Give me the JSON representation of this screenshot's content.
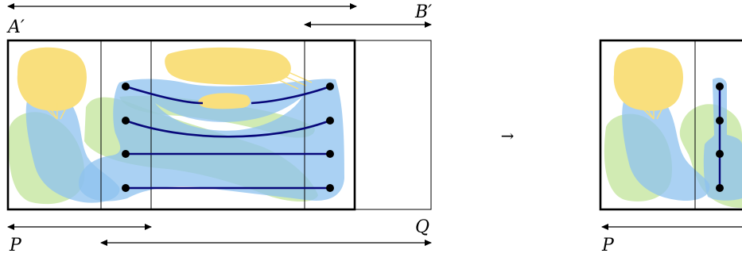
{
  "labels": {
    "a_prime": "A′",
    "b_prime": "B′",
    "p_left": "P",
    "q": "Q",
    "p_right": "P",
    "transition_arrow": "→"
  },
  "colors": {
    "yellow": "#f9df7d",
    "green": "#b9e18a",
    "blue": "#8ec1ef",
    "navy": "#08087a",
    "black": "#000000"
  }
}
